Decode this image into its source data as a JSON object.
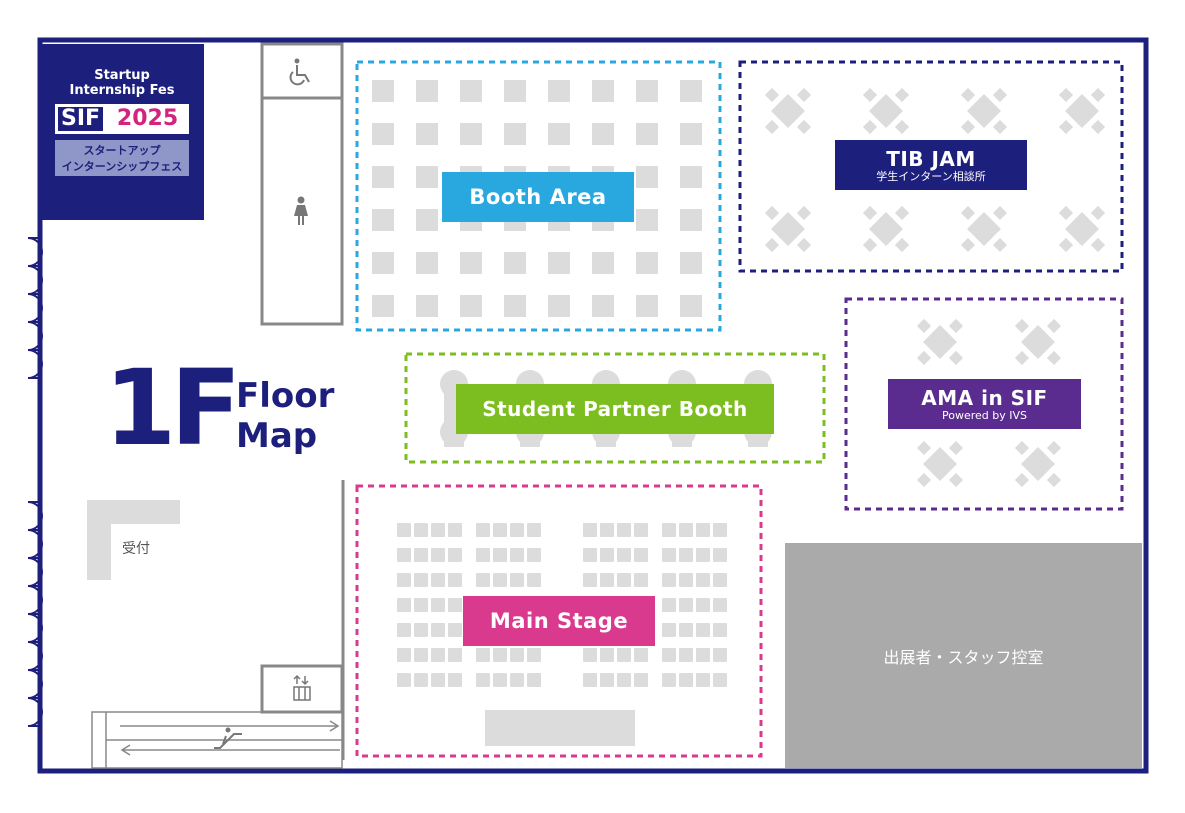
{
  "logo": {
    "tagline_1": "Startup",
    "tagline_2": "Internship Fes",
    "short_name": "SIF",
    "year": "2025",
    "jp_line_1": "スタートアップ",
    "jp_line_2": "インターンシップフェス"
  },
  "title": {
    "floor": "1F",
    "word_1": "Floor",
    "word_2": "Map"
  },
  "areas": {
    "booth": {
      "label": "Booth Area",
      "color": "#29a8e0"
    },
    "tib": {
      "label": "TIB JAM",
      "sublabel": "学生インターン相談所",
      "color": "#1d1f7c"
    },
    "ama": {
      "label": "AMA in SIF",
      "sublabel": "Powered by IVS",
      "color": "#5b2c8f"
    },
    "student": {
      "label": "Student Partner Booth",
      "color": "#7cbd1f"
    },
    "main_stage": {
      "label": "Main Stage",
      "color": "#d93a8e"
    }
  },
  "reception": {
    "label": "受付"
  },
  "staff_room": {
    "label": "出展者・スタッフ控室"
  },
  "icons": [
    "wheelchair-icon",
    "restroom-female-icon",
    "elevator-icon",
    "escalator-icon"
  ],
  "colors": {
    "wall": "#1d1f7c",
    "furniture": "#dcdcdc",
    "restroom": "#888888",
    "staff_room": "#aaaaaa"
  }
}
